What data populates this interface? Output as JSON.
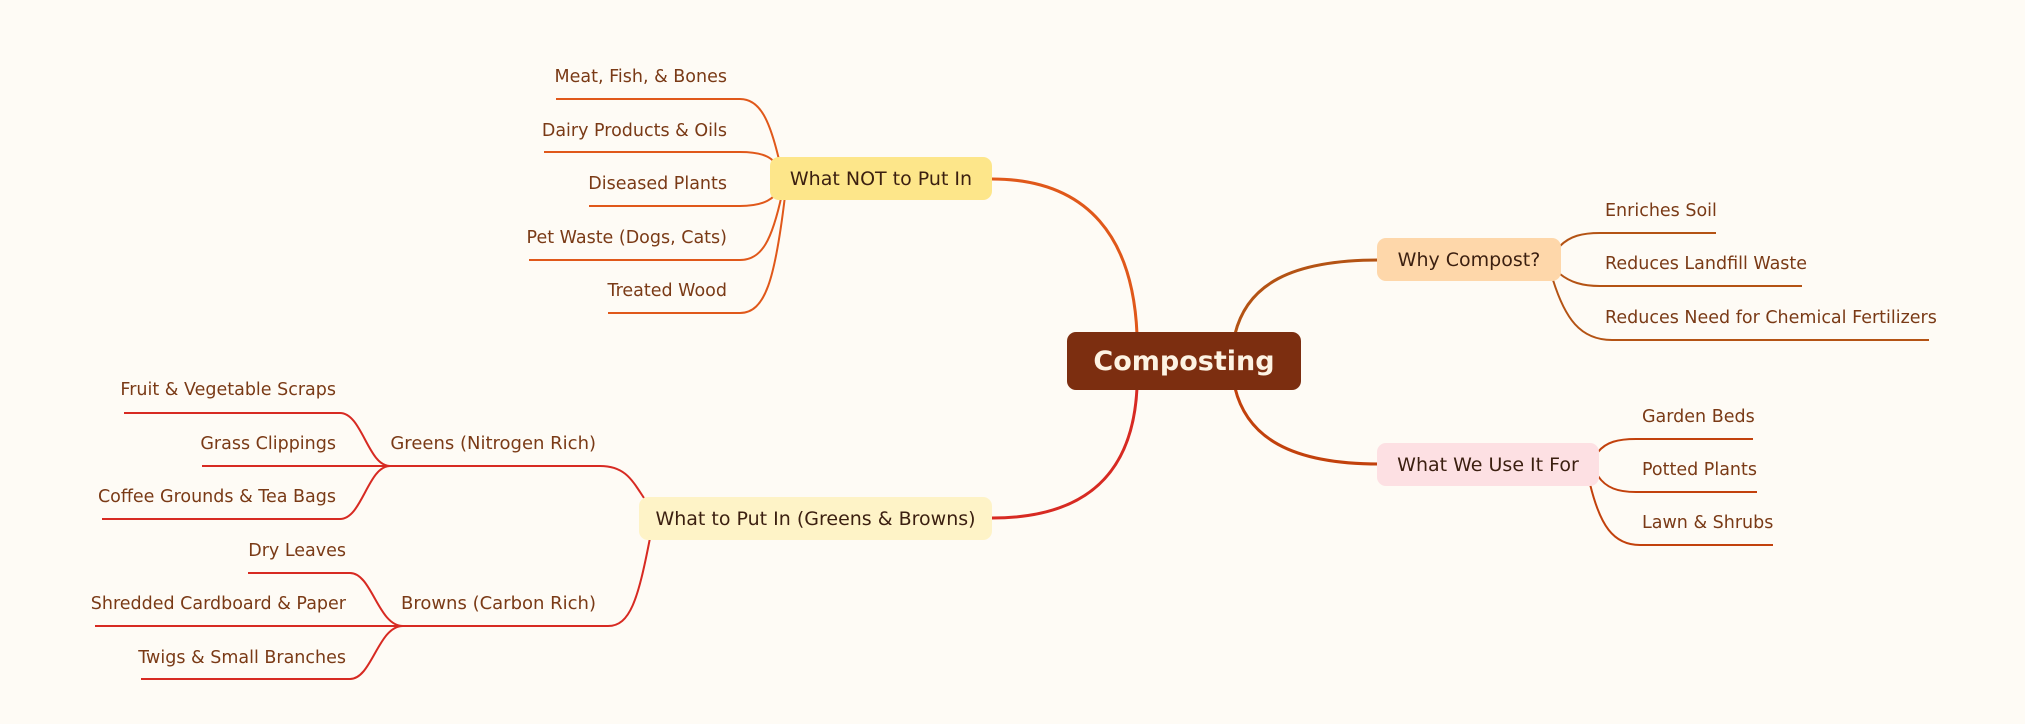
{
  "root": {
    "label": "Composting"
  },
  "branches": {
    "not_put_in": {
      "label": "What NOT to Put In",
      "color": "#fde68a",
      "line": "#e0581a",
      "items": [
        "Meat, Fish, & Bones",
        "Dairy Products & Oils",
        "Diseased Plants",
        "Pet Waste (Dogs, Cats)",
        "Treated Wood"
      ]
    },
    "put_in": {
      "label": "What to Put In (Greens & Browns)",
      "color": "#fef3c7",
      "line": "#d72a22",
      "greens": {
        "label": "Greens (Nitrogen Rich)",
        "items": [
          "Fruit & Vegetable Scraps",
          "Grass Clippings",
          "Coffee Grounds & Tea Bags"
        ]
      },
      "browns": {
        "label": "Browns (Carbon Rich)",
        "items": [
          "Dry Leaves",
          "Shredded Cardboard & Paper",
          "Twigs & Small Branches"
        ]
      }
    },
    "why": {
      "label": "Why Compost?",
      "color": "#fed7aa",
      "line": "#b45314",
      "items": [
        "Enriches Soil",
        "Reduces Landfill Waste",
        "Reduces Need for Chemical Fertilizers"
      ]
    },
    "use": {
      "label": "What We Use It For",
      "color": "#fde0e3",
      "line": "#c2410c",
      "items": [
        "Garden Beds",
        "Potted Plants",
        "Lawn & Shrubs"
      ]
    }
  }
}
